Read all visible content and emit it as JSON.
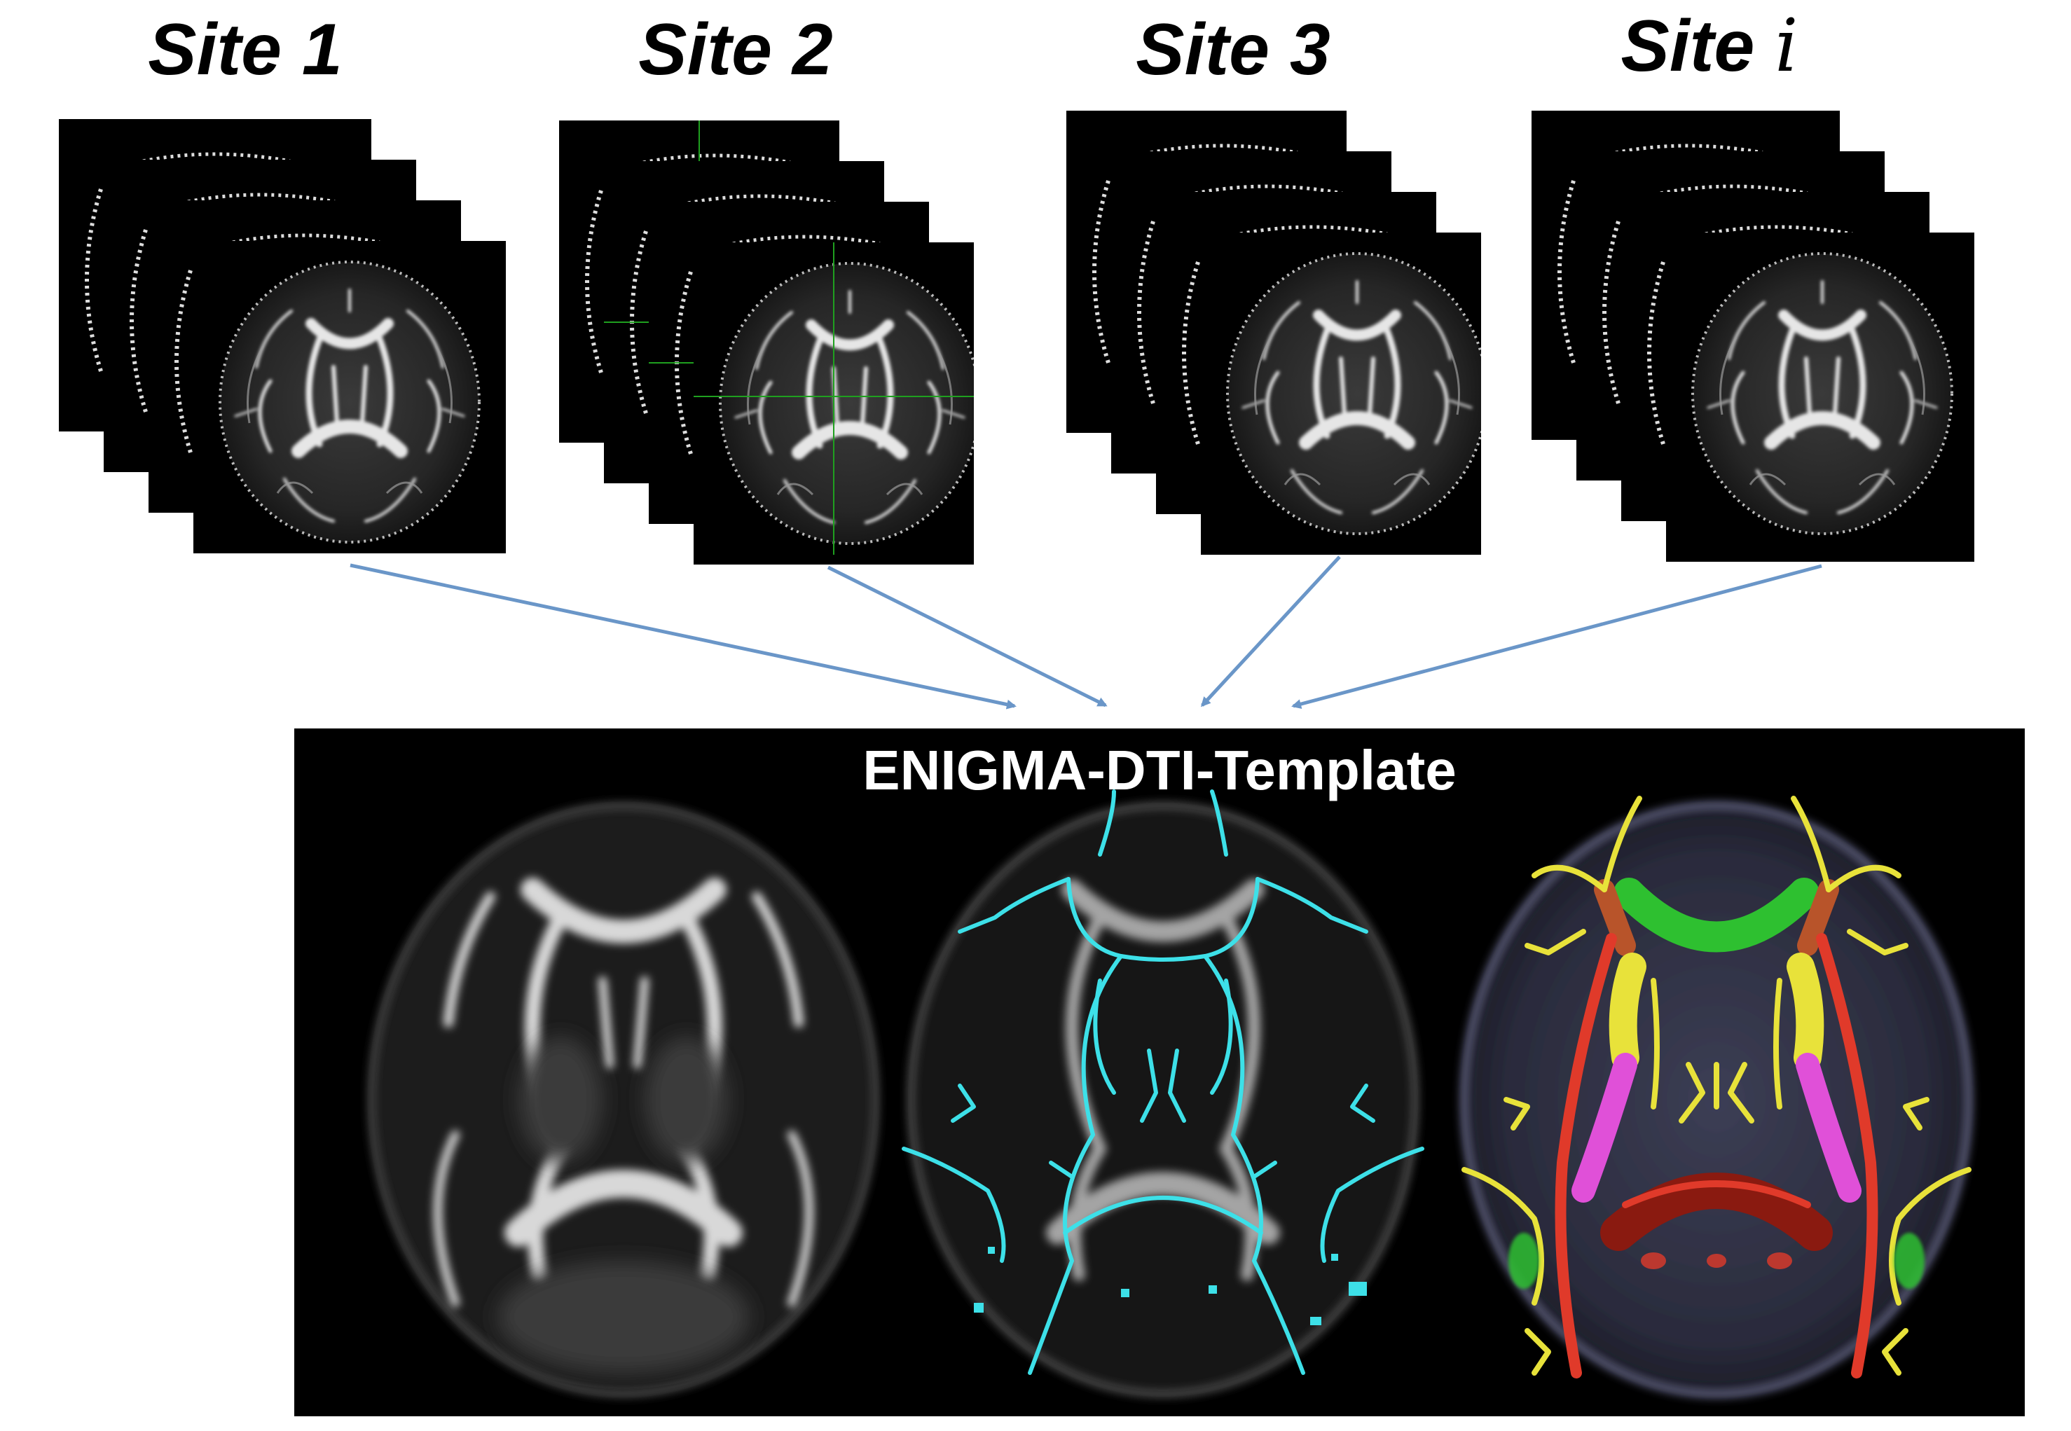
{
  "sites": [
    {
      "prefix": "Site ",
      "index": "1"
    },
    {
      "prefix": "Site ",
      "index": "2"
    },
    {
      "prefix": "Site ",
      "index": "3"
    },
    {
      "prefix": "Site ",
      "index": "i"
    }
  ],
  "template": {
    "title": "ENIGMA-DTI-Template"
  },
  "colors": {
    "arrow": "#6a96c8",
    "skeleton": "#3de0e8",
    "atlas_yellow": "#e8e23a",
    "atlas_magenta": "#e050d8",
    "atlas_red": "#e03a2a",
    "atlas_green": "#2ec030",
    "atlas_darkred": "#8a1a10"
  }
}
